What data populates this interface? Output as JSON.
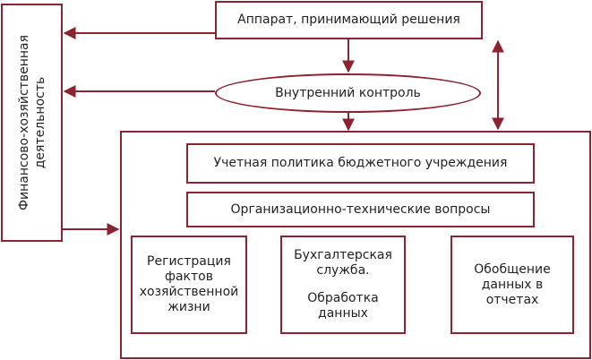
{
  "nodes": {
    "left": "Финансово-хозяйственная деятельность",
    "left_line1": "Финансово-хозяйственная",
    "left_line2": "деятельность",
    "top": "Аппарат, принимающий решения",
    "oval": "Внутренний контроль",
    "policy": "Учетная политика бюджетного учреждения",
    "org": "Организационно-технические вопросы",
    "registration": [
      "Регистрация",
      "фактов",
      "хозяйственной",
      "жизни"
    ],
    "accounting": [
      "Бухгалтерская",
      "служба.",
      "Обработка",
      "данных"
    ],
    "generalization": [
      "Обобщение",
      "данных в",
      "отчетах"
    ]
  },
  "colors": {
    "stroke": "#8b2430",
    "text": "#231f20"
  }
}
